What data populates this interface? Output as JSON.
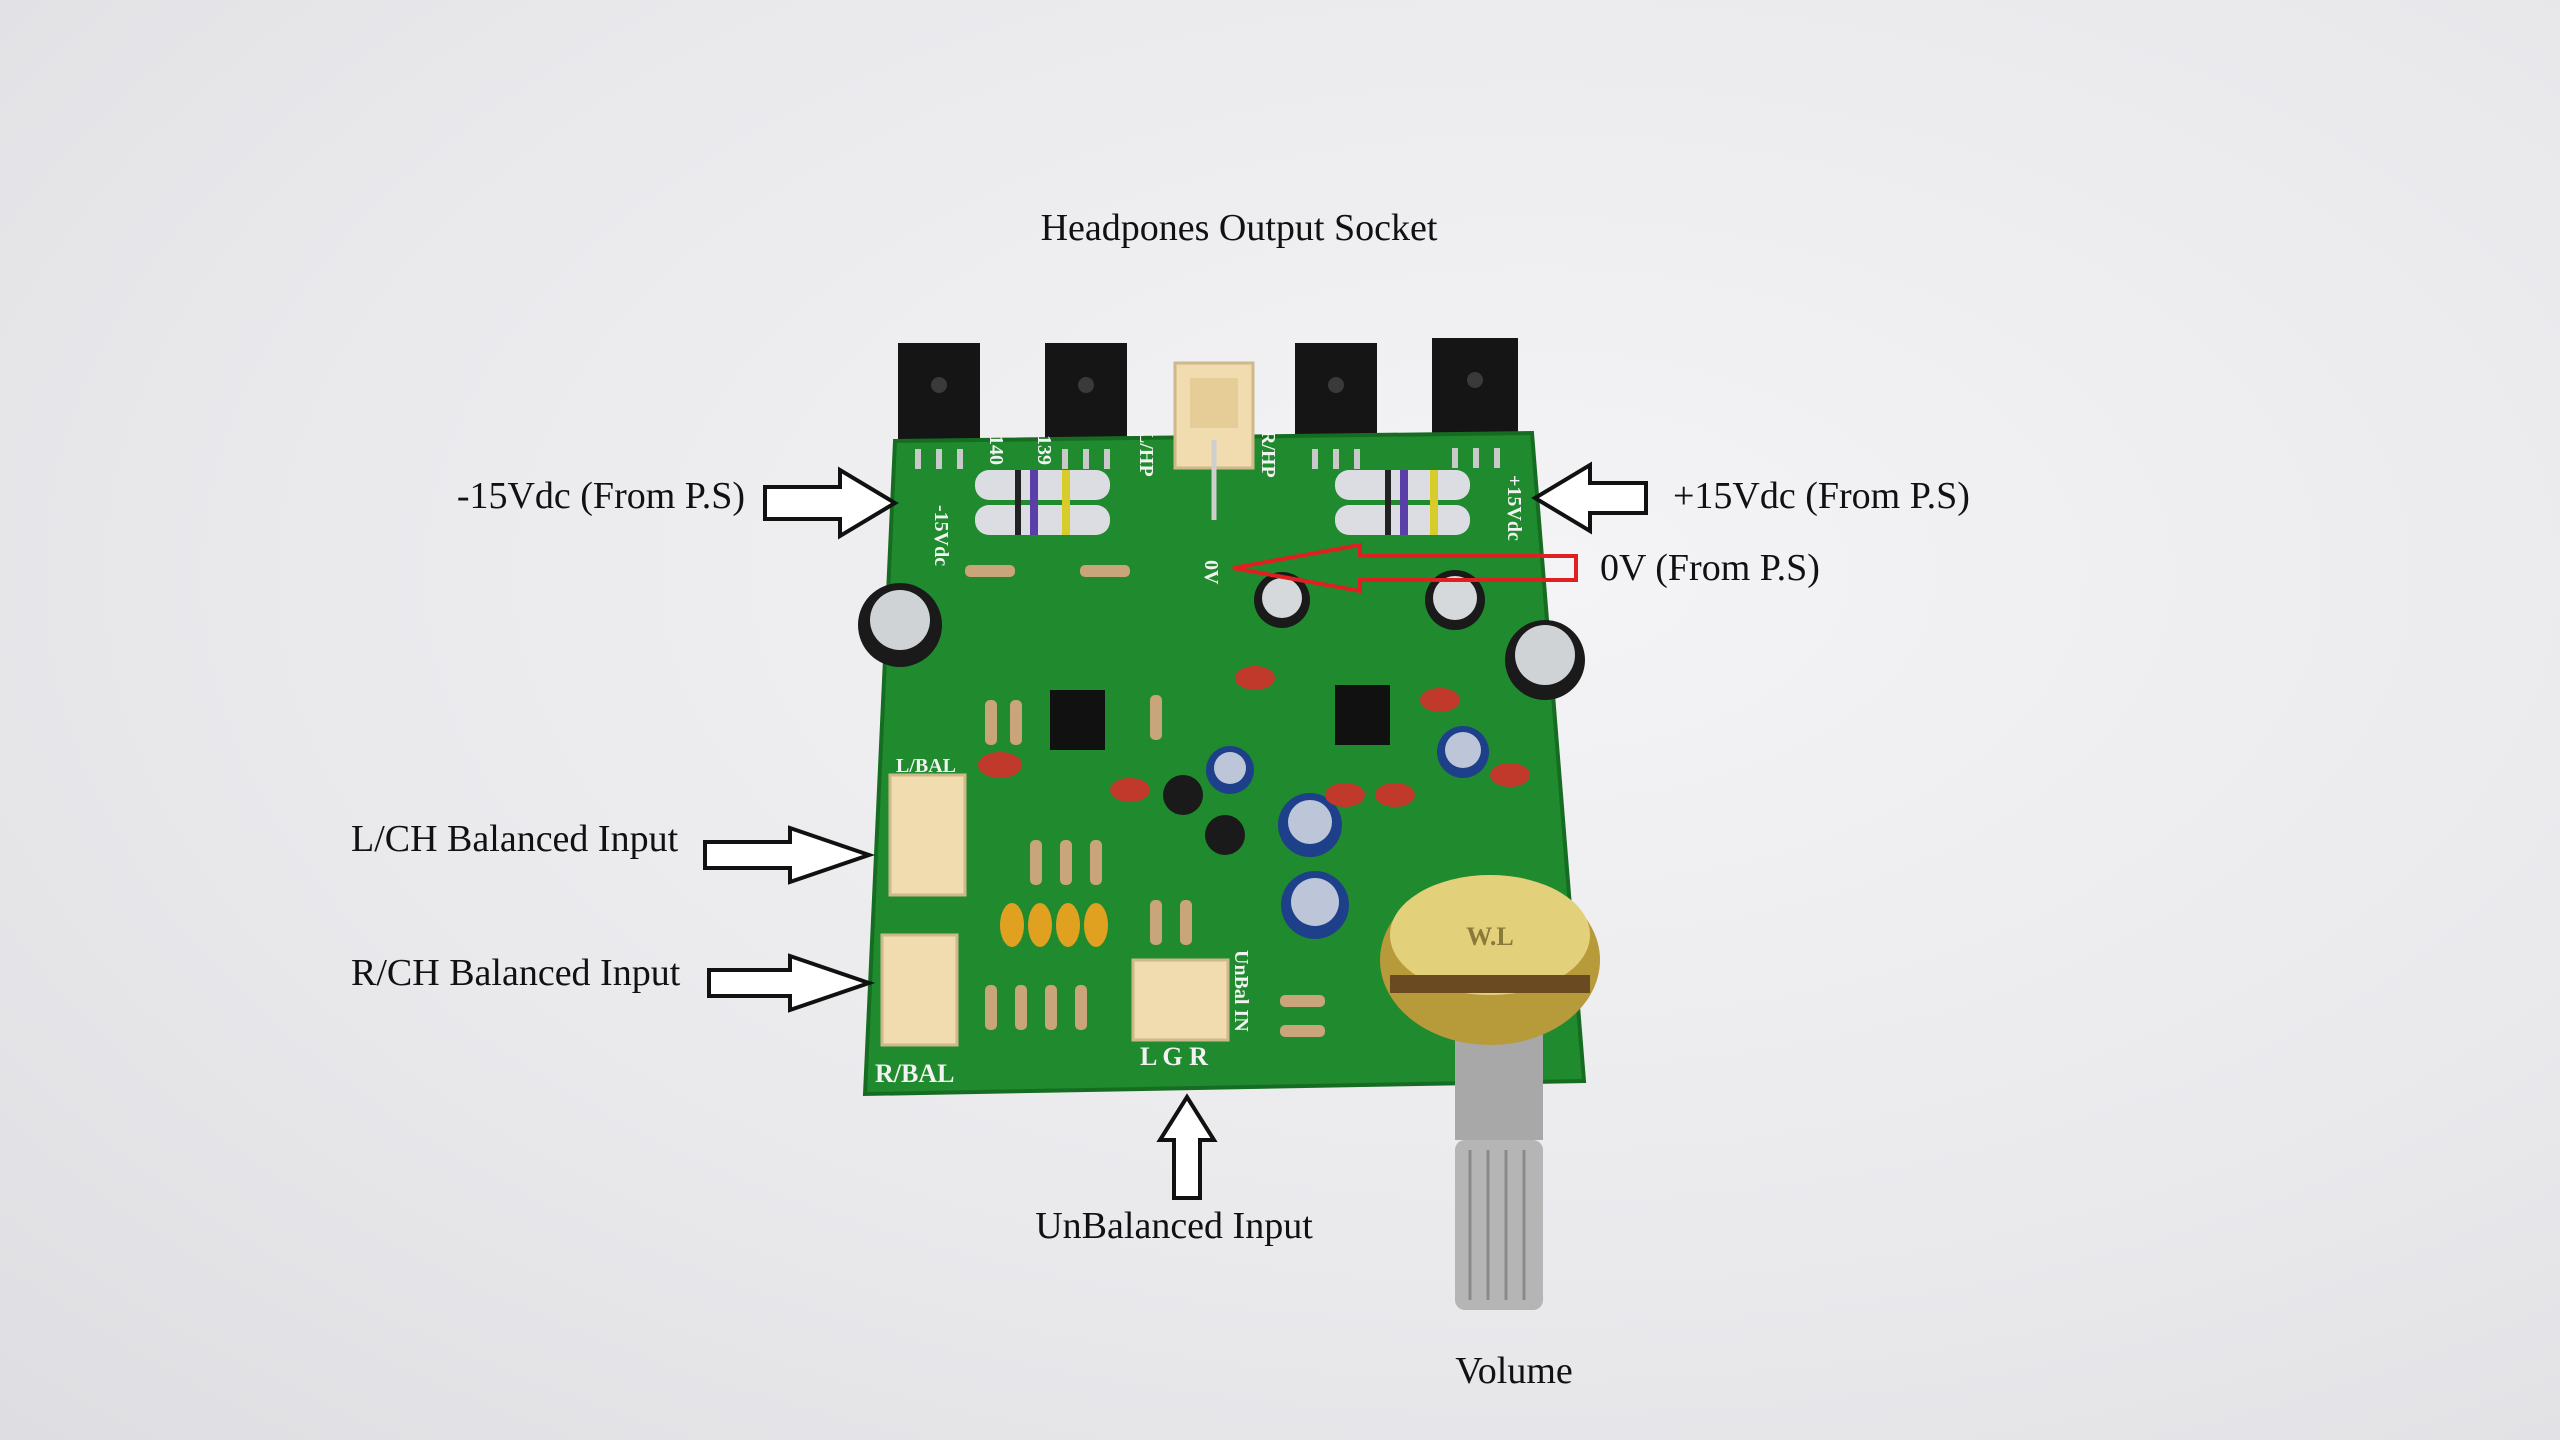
{
  "annotations": {
    "headphones_output": "Headpones Output Socket",
    "neg_supply": "-15Vdc (From P.S)",
    "pos_supply": "+15Vdc (From P.S)",
    "ground": "0V (From P.S)",
    "left_balanced": "L/CH Balanced Input",
    "right_balanced": "R/CH Balanced Input",
    "unbalanced": "UnBalanced Input",
    "volume": "Volume"
  },
  "silkscreen": {
    "neg15": "-15Vdc",
    "pos15": "+15Vdc",
    "zero_v": "0V",
    "lhp": "L/HP",
    "rhp": "R/HP",
    "lbal": "L/BAL",
    "rbal": "R/BAL",
    "unbal": "UnBal IN",
    "lgr": "L G R",
    "pot_brand": "W.L",
    "q139": "139",
    "q140": "140"
  },
  "colors": {
    "pcb": "#1f8a2e",
    "ground_arrow": "#e02020",
    "connector": "#f1dcb0"
  }
}
